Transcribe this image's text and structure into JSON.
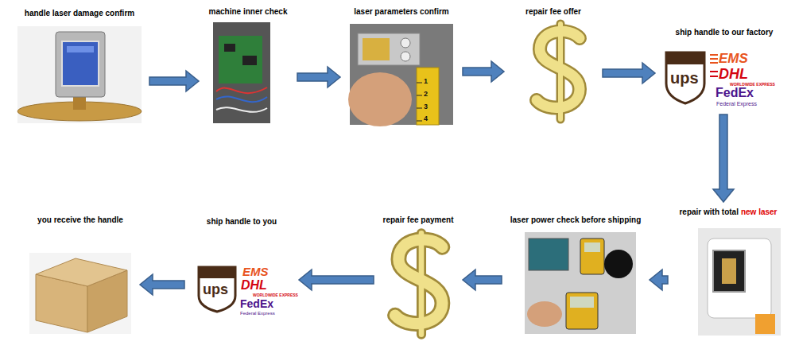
{
  "diagram": {
    "nodes": [
      {
        "text": [
          "handle laser damage confirm"
        ]
      },
      {
        "text": [
          "machine inner check"
        ]
      },
      {
        "text": [
          "laser parameters confirm"
        ]
      },
      {
        "text": [
          "repair fee offer"
        ]
      },
      {
        "text": [
          "ship handle to our factory"
        ]
      },
      {
        "text": [
          "repair with total",
          "new laser"
        ]
      },
      {
        "text": [
          "laser power check before shipping"
        ]
      },
      {
        "text": [
          "repair fee payment"
        ]
      },
      {
        "text": [
          "ship handle to you"
        ]
      },
      {
        "text": [
          "you receive the handle"
        ]
      }
    ],
    "edges": [
      {
        "from": 0,
        "to": 1,
        "arrow": "to"
      },
      {
        "from": 1,
        "to": 2,
        "arrow": "to"
      },
      {
        "from": 2,
        "to": 3,
        "arrow": "to"
      },
      {
        "from": 3,
        "to": 4,
        "arrow": "to"
      },
      {
        "from": 4,
        "to": 5,
        "arrow": "to"
      },
      {
        "from": 5,
        "to": 6,
        "arrow": "to"
      },
      {
        "from": 6,
        "to": 7,
        "arrow": "to"
      },
      {
        "from": 7,
        "to": 8,
        "arrow": "to"
      },
      {
        "from": 8,
        "to": 9,
        "arrow": "to"
      }
    ],
    "labels": [
      "1",
      "2",
      "3",
      "4",
      "ups",
      "EMS",
      "DHL",
      "WORLDWIDE EXPRESS",
      "FedEx",
      "Federal Express",
      "ups",
      "EMS",
      "DHL",
      "WORLDWIDE EXPRESS",
      "FedEx",
      "Federal Express"
    ]
  }
}
